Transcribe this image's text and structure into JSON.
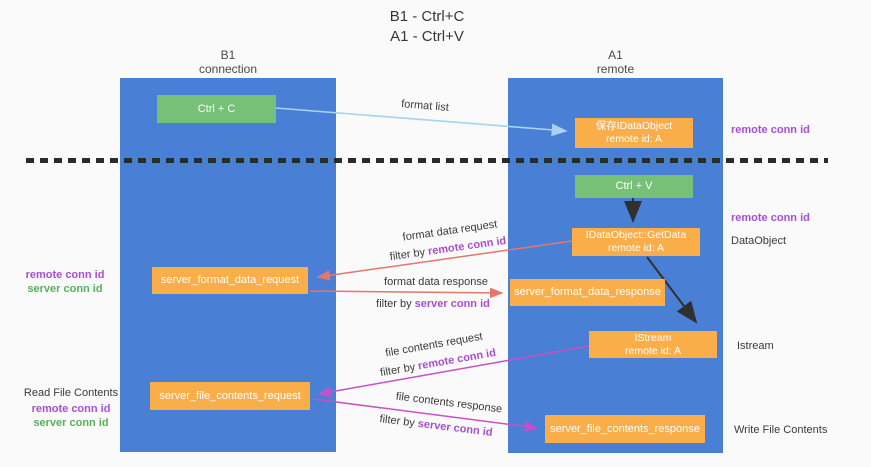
{
  "title": {
    "line1": "B1 - Ctrl+C",
    "line2": "A1 - Ctrl+V"
  },
  "lifelines": {
    "left": {
      "title": "B1",
      "subtitle": "connection"
    },
    "right": {
      "title": "A1",
      "subtitle": "remote"
    }
  },
  "boxes": {
    "ctrl_c": {
      "label": "Ctrl + C"
    },
    "ctrl_v": {
      "label": "Ctrl + V"
    },
    "save_dataobject": {
      "line1": "保存IDataObject",
      "line2": "remote id: A"
    },
    "getdata": {
      "line1": "IDataObject::GetData",
      "line2": "remote id: A"
    },
    "istream": {
      "line1": "IStream",
      "line2": "remote id: A"
    },
    "format_request": {
      "label": "server_format_data_request"
    },
    "format_response": {
      "label": "server_format_data_response"
    },
    "file_request": {
      "label": "server_file_contents_request"
    },
    "file_response": {
      "label": "server_file_contents_response"
    }
  },
  "arrow_labels": {
    "format_list": "format list",
    "format_request": {
      "line1": "format data request",
      "filter_prefix": "filter by ",
      "filter_key": "remote conn id"
    },
    "format_response": {
      "line1": "format data response",
      "filter_prefix": "filter by ",
      "filter_key": "server conn id"
    },
    "file_request": {
      "line1": "file contents request",
      "filter_prefix": "filter by ",
      "filter_key": "remote conn id"
    },
    "file_response": {
      "line1": "file contents response",
      "filter_prefix": "filter by ",
      "filter_key": "server conn id"
    }
  },
  "side_labels": {
    "left_format": {
      "remote": "remote conn id",
      "server": "server conn id"
    },
    "left_file": {
      "title": "Read File Contents",
      "remote": "remote conn id",
      "server": "server conn id"
    },
    "right_top": {
      "remote": "remote conn id"
    },
    "right_dataobject": {
      "remote": "remote conn id",
      "name": "DataObject"
    },
    "right_istream": {
      "name": "Istream"
    },
    "right_write": {
      "name": "Write File Contents"
    }
  },
  "colors": {
    "lifeline_blue": "#4a7fd6",
    "action_green": "#76c077",
    "message_orange": "#f9ae49",
    "remote_purple": "#a84fd0",
    "server_green": "#55b25a",
    "arrow_red": "#e4766e",
    "arrow_magenta": "#c750c9",
    "arrow_lightblue": "#a8d3ef",
    "arrow_black": "#303030"
  }
}
